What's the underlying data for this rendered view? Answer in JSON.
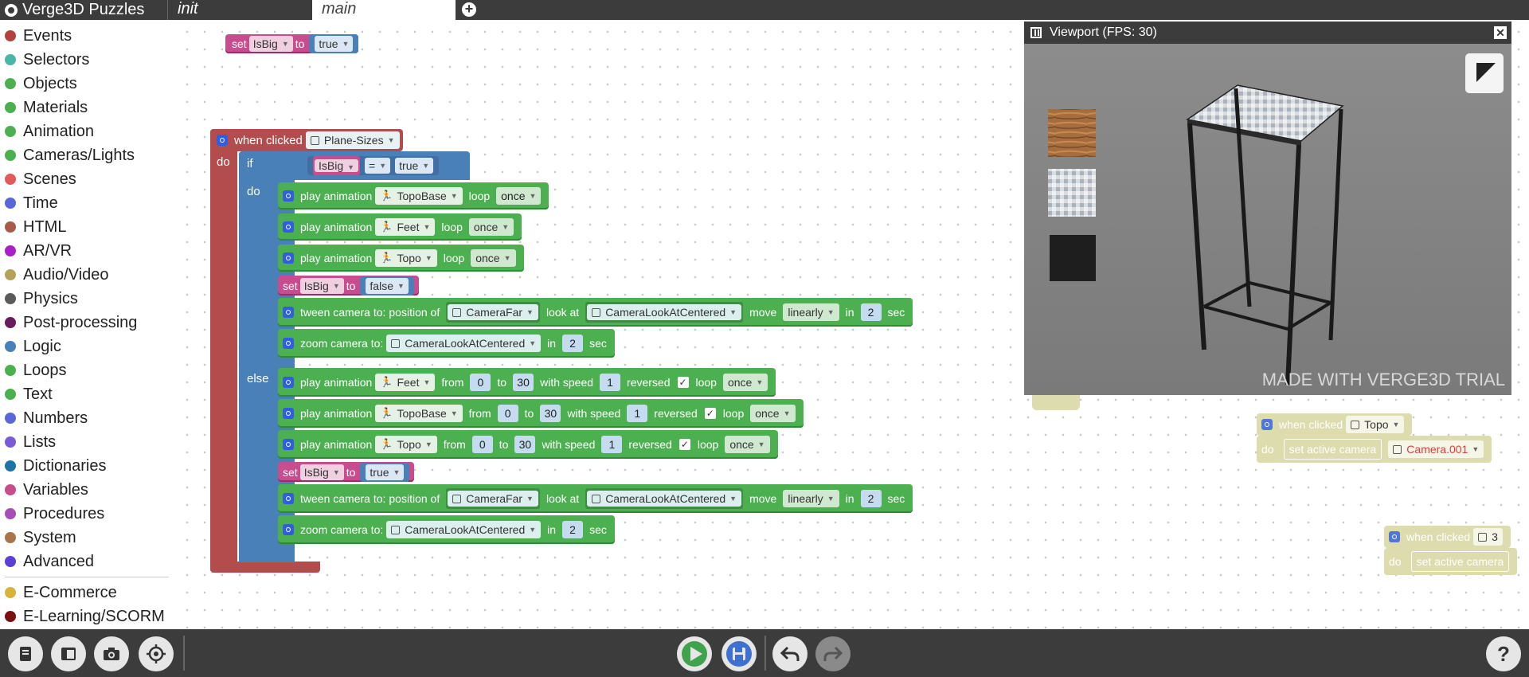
{
  "app": {
    "title": "Verge3D Puzzles"
  },
  "tabs": [
    {
      "label": "init"
    },
    {
      "label": "main"
    }
  ],
  "sidebar": {
    "categories": [
      {
        "label": "Events",
        "color": "#b14242"
      },
      {
        "label": "Selectors",
        "color": "#4bb6a7"
      },
      {
        "label": "Objects",
        "color": "#4caf50"
      },
      {
        "label": "Materials",
        "color": "#4caf50"
      },
      {
        "label": "Animation",
        "color": "#4caf50"
      },
      {
        "label": "Cameras/Lights",
        "color": "#4caf50"
      },
      {
        "label": "Scenes",
        "color": "#e05a5a"
      },
      {
        "label": "Time",
        "color": "#5b67d6"
      },
      {
        "label": "HTML",
        "color": "#a65b4b"
      },
      {
        "label": "AR/VR",
        "color": "#a821c6"
      },
      {
        "label": "Audio/Video",
        "color": "#b3a35a"
      },
      {
        "label": "Physics",
        "color": "#5a5a5a"
      },
      {
        "label": "Post-processing",
        "color": "#6a1b5a"
      },
      {
        "label": "Logic",
        "color": "#4a80b8"
      },
      {
        "label": "Loops",
        "color": "#4caf50"
      },
      {
        "label": "Text",
        "color": "#4caf50"
      },
      {
        "label": "Numbers",
        "color": "#5b67d6"
      },
      {
        "label": "Lists",
        "color": "#7a5bd6"
      },
      {
        "label": "Dictionaries",
        "color": "#1e73a6"
      },
      {
        "label": "Variables",
        "color": "#c74d8e"
      },
      {
        "label": "Procedures",
        "color": "#a64db8"
      },
      {
        "label": "System",
        "color": "#a87449"
      },
      {
        "label": "Advanced",
        "color": "#5b3fd6"
      }
    ],
    "plugins": [
      {
        "label": "E-Commerce",
        "color": "#d6b43a"
      },
      {
        "label": "E-Learning/SCORM",
        "color": "#7a1010"
      }
    ]
  },
  "blocks": {
    "set_top": {
      "set": "set",
      "var": "IsBig",
      "to": "to",
      "value": "true"
    },
    "event": {
      "when_clicked": "when clicked",
      "object": "Plane-Sizes",
      "do": "do"
    },
    "if": {
      "if": "if",
      "var": "IsBig",
      "op": "=",
      "value": "true",
      "do": "do",
      "else": "else"
    },
    "if_branch": {
      "play1": {
        "label": "play animation",
        "anim": "TopoBase",
        "loop": "loop",
        "loop_val": "once"
      },
      "play2": {
        "label": "play animation",
        "anim": "Feet",
        "loop": "loop",
        "loop_val": "once"
      },
      "play3": {
        "label": "play animation",
        "anim": "Topo",
        "loop": "loop",
        "loop_val": "once"
      },
      "set": {
        "set": "set",
        "var": "IsBig",
        "to": "to",
        "value": "false"
      },
      "tween": {
        "label": "tween camera to:",
        "position_of": "position of",
        "cam": "CameraFar",
        "look_at": "look at",
        "target": "CameraLookAtCentered",
        "move": "move",
        "mode": "linearly",
        "in": "in",
        "time": "2",
        "sec": "sec"
      },
      "zoom": {
        "label": "zoom camera to:",
        "target": "CameraLookAtCentered",
        "in": "in",
        "time": "2",
        "sec": "sec"
      }
    },
    "else_branch": {
      "play1": {
        "label": "play animation",
        "anim": "Feet",
        "from": "from",
        "from_val": "0",
        "to": "to",
        "to_val": "30",
        "with_speed": "with speed",
        "speed": "1",
        "reversed": "reversed",
        "loop": "loop",
        "loop_val": "once"
      },
      "play2": {
        "label": "play animation",
        "anim": "TopoBase",
        "from": "from",
        "from_val": "0",
        "to": "to",
        "to_val": "30",
        "with_speed": "with speed",
        "speed": "1",
        "reversed": "reversed",
        "loop": "loop",
        "loop_val": "once"
      },
      "play3": {
        "label": "play animation",
        "anim": "Topo",
        "from": "from",
        "from_val": "0",
        "to": "to",
        "to_val": "30",
        "with_speed": "with speed",
        "speed": "1",
        "reversed": "reversed",
        "loop": "loop",
        "loop_val": "once"
      },
      "set": {
        "set": "set",
        "var": "IsBig",
        "to": "to",
        "value": "true"
      },
      "tween": {
        "label": "tween camera to:",
        "position_of": "position of",
        "cam": "CameraFar",
        "look_at": "look at",
        "target": "CameraLookAtCentered",
        "move": "move",
        "mode": "linearly",
        "in": "in",
        "time": "2",
        "sec": "sec"
      },
      "zoom": {
        "label": "zoom camera to:",
        "target": "CameraLookAtCentered",
        "in": "in",
        "time": "2",
        "sec": "sec"
      }
    },
    "disabled1": {
      "when_clicked": "when clicked",
      "object": "Topo",
      "do": "do",
      "action": "set active camera",
      "camera": "Camera.001"
    },
    "disabled2": {
      "when_clicked": "when clicked",
      "object": "3",
      "do": "do",
      "action": "set active camera"
    }
  },
  "viewport": {
    "title": "Viewport (FPS: 30)",
    "watermark": "MADE WITH VERGE3D TRIAL"
  },
  "toolbar": {
    "icons": [
      "book-icon",
      "window-icon",
      "camera-icon",
      "target-icon",
      "play-icon",
      "save-icon",
      "undo-icon",
      "redo-icon",
      "help-icon"
    ]
  }
}
